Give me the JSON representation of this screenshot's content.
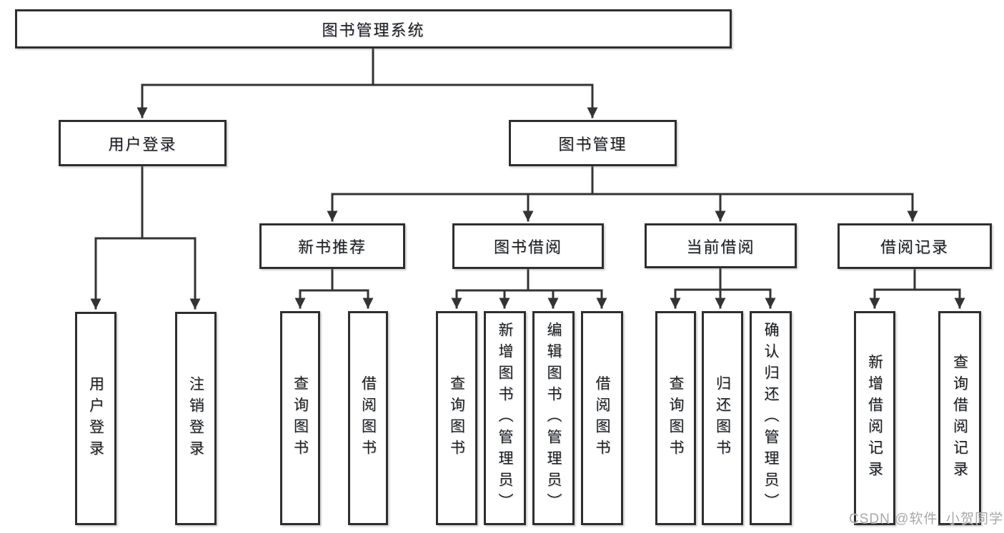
{
  "diagram": {
    "root": {
      "label": "图书管理系统"
    },
    "user_login": {
      "label": "用户登录",
      "children": [
        {
          "label": "用户登录"
        },
        {
          "label": "注销登录"
        }
      ]
    },
    "book_management": {
      "label": "图书管理",
      "sections": [
        {
          "label": "新书推荐",
          "children": [
            {
              "label": "查询图书"
            },
            {
              "label": "借阅图书"
            }
          ]
        },
        {
          "label": "图书借阅",
          "children": [
            {
              "label": "查询图书"
            },
            {
              "label": "新增图书（管理员）"
            },
            {
              "label": "编辑图书（管理员）"
            },
            {
              "label": "借阅图书"
            }
          ]
        },
        {
          "label": "当前借阅",
          "children": [
            {
              "label": "查询图书"
            },
            {
              "label": "归还图书"
            },
            {
              "label": "确认归还（管理员）"
            }
          ]
        },
        {
          "label": "借阅记录",
          "children": [
            {
              "label": "新增借阅记录"
            },
            {
              "label": "查询借阅记录"
            }
          ]
        }
      ]
    }
  },
  "watermark": {
    "text": "CSDN @软件_小贺同学"
  },
  "colors": {
    "line": "#333333",
    "box_border": "#2e2e2e",
    "box_fill": "#ffffff",
    "text": "#1d1d1d",
    "watermark": "#a3a3a3",
    "background": "#ffffff"
  }
}
